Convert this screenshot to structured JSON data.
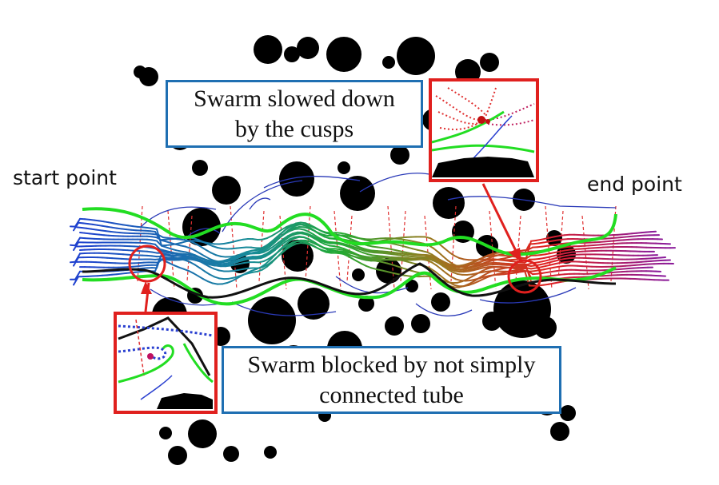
{
  "labels": {
    "start": "start point",
    "end": "end point"
  },
  "callouts": {
    "cusps": {
      "line1": "Swarm slowed down",
      "line2": "by the cusps"
    },
    "blocked": {
      "line1": "Swarm blocked by not simply",
      "line2": "connected tube"
    }
  },
  "colors": {
    "obstacle": "#000000",
    "tube_boundary": "#22dd22",
    "reference_path": "#000000",
    "callout_border": "#1f6fb2",
    "inset_border": "#e0201e",
    "swarm_start": "#1f3fd0",
    "swarm_middle": "#22aa33",
    "swarm_late": "#e02020",
    "swarm_end": "#8a1a9a"
  }
}
